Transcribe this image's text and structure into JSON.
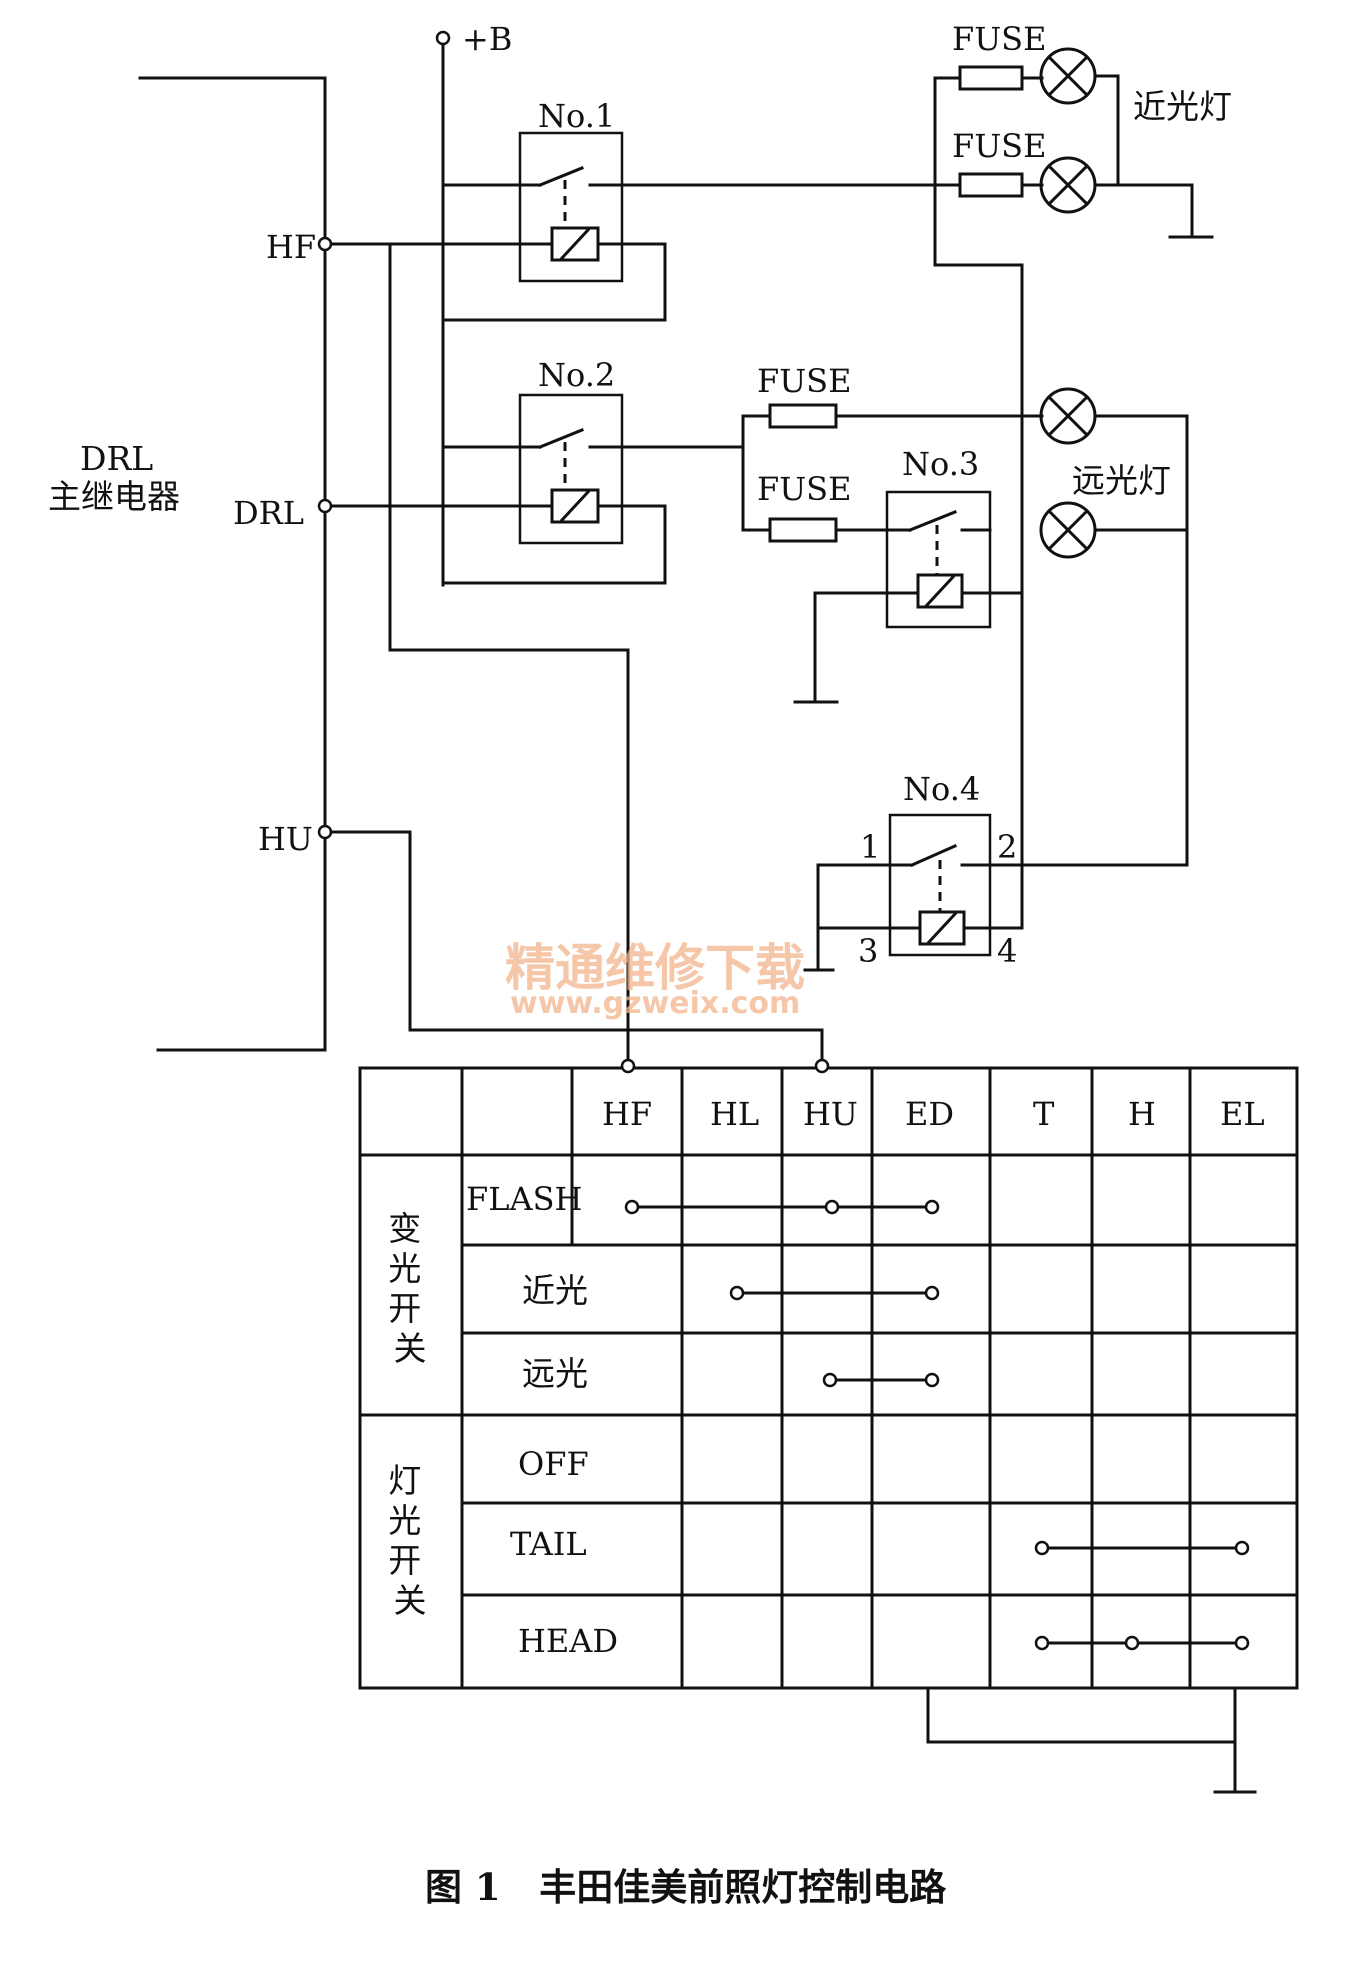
{
  "power": {
    "label": "+B"
  },
  "main_relay": {
    "line1": "DRL",
    "line2": "主继电器",
    "terminals": [
      "HF",
      "DRL",
      "HU"
    ]
  },
  "relays": [
    {
      "label": "No.1"
    },
    {
      "label": "No.2"
    },
    {
      "label": "No.3"
    },
    {
      "label": "No.4",
      "pins": [
        "1",
        "2",
        "3",
        "4"
      ]
    }
  ],
  "fuse_label": "FUSE",
  "lamps": {
    "low_beam": "近光灯",
    "high_beam": "远光灯"
  },
  "watermark": {
    "cn": "精通维修下载",
    "url": "www.gzweix.com"
  },
  "table": {
    "columns": [
      "HF",
      "HL",
      "HU",
      "ED",
      "T",
      "H",
      "EL"
    ],
    "groups": [
      {
        "name": "变光开关",
        "rows": [
          "FLASH",
          "近光",
          "远光"
        ]
      },
      {
        "name": "灯光开关",
        "rows": [
          "OFF",
          "TAIL",
          "HEAD"
        ]
      }
    ]
  },
  "caption": "图 1   丰田佳美前照灯控制电路"
}
